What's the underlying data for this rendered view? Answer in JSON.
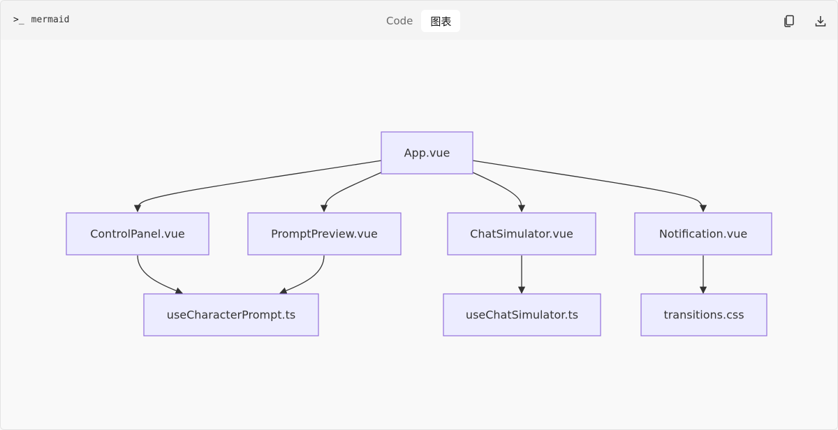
{
  "toolbar": {
    "language_label": "mermaid",
    "tabs": [
      {
        "label": "Code",
        "active": false
      },
      {
        "label": "图表",
        "active": true
      }
    ],
    "actions": [
      {
        "icon": "copy-icon"
      },
      {
        "icon": "download-icon"
      }
    ]
  },
  "diagram": {
    "type": "flowchart",
    "direction": "TD",
    "node_fill": "#ececff",
    "node_stroke": "#9370db",
    "edge_color": "#333333",
    "nodes": {
      "app": "App.vue",
      "control_panel": "ControlPanel.vue",
      "prompt_preview": "PromptPreview.vue",
      "chat_simulator": "ChatSimulator.vue",
      "notification": "Notification.vue",
      "use_character_prompt": "useCharacterPrompt.ts",
      "use_chat_simulator": "useChatSimulator.ts",
      "transitions": "transitions.css"
    },
    "edges": [
      [
        "app",
        "control_panel"
      ],
      [
        "app",
        "prompt_preview"
      ],
      [
        "app",
        "chat_simulator"
      ],
      [
        "app",
        "notification"
      ],
      [
        "control_panel",
        "use_character_prompt"
      ],
      [
        "prompt_preview",
        "use_character_prompt"
      ],
      [
        "chat_simulator",
        "use_chat_simulator"
      ],
      [
        "notification",
        "transitions"
      ]
    ]
  }
}
